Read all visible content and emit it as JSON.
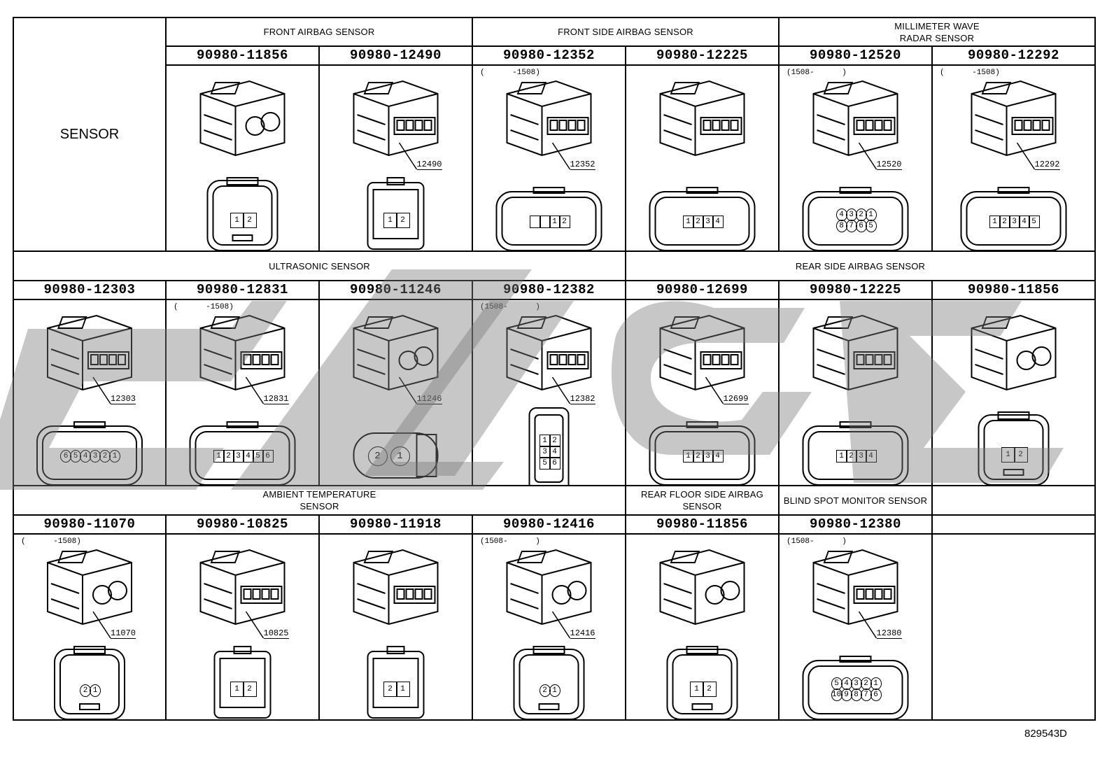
{
  "row_label": "SENSOR",
  "figure_id": "829543D",
  "categories": {
    "front_airbag": "FRONT AIRBAG SENSOR",
    "front_side_airbag": "FRONT SIDE AIRBAG SENSOR",
    "millimeter_wave": "MILLIMETER WAVE\nRADAR SENSOR",
    "ultrasonic": "ULTRASONIC SENSOR",
    "rear_side_airbag": "REAR SIDE AIRBAG SENSOR",
    "ambient_temp": "AMBIENT TEMPERATURE\nSENSOR",
    "rear_floor_side_airbag": "REAR FLOOR SIDE AIRBAG\nSENSOR",
    "blind_spot": "BLIND SPOT MONITOR SENSOR"
  },
  "row1": [
    {
      "part": "90980-11856",
      "callout": "",
      "range": "",
      "pins": [
        "1",
        "2"
      ],
      "style": "round"
    },
    {
      "part": "90980-12490",
      "callout": "12490",
      "range": "",
      "pins": [
        "1",
        "2"
      ],
      "style": "square"
    },
    {
      "part": "90980-12352",
      "callout": "12352",
      "range": "(      -1508)",
      "pins": [
        "",
        "",
        "1",
        "2"
      ],
      "style": "wide"
    },
    {
      "part": "90980-12225",
      "callout": "",
      "range": "",
      "pins": [
        "1",
        "2",
        "3",
        "4"
      ],
      "style": "wide"
    },
    {
      "part": "90980-12520",
      "callout": "12520",
      "range": "(1508-      )",
      "pins": [
        "4",
        "3",
        "2",
        "1",
        "8",
        "7",
        "6",
        "5"
      ],
      "style": "grid"
    },
    {
      "part": "90980-12292",
      "callout": "12292",
      "range": "(      -1508)",
      "pins": [
        "1",
        "2",
        "3",
        "4",
        "5"
      ],
      "style": "oval"
    }
  ],
  "row2": [
    {
      "part": "90980-12303",
      "callout": "12303",
      "range": "",
      "pins": [
        "6",
        "5",
        "4",
        "3",
        "2",
        "1"
      ],
      "style": "circles"
    },
    {
      "part": "90980-12831",
      "callout": "12831",
      "range": "(      -1508)",
      "pins": [
        "1",
        "2",
        "3",
        "4",
        "5",
        "6"
      ],
      "style": "oval"
    },
    {
      "part": "90980-11246",
      "callout": "11246",
      "range": "",
      "pins": [
        "2",
        "1"
      ],
      "style": "twin"
    },
    {
      "part": "90980-12382",
      "callout": "12382",
      "range": "(1508-      )",
      "pins": [
        "1",
        "2",
        "3",
        "4",
        "5",
        "6"
      ],
      "style": "vertical"
    },
    {
      "part": "90980-12699",
      "callout": "12699",
      "range": "",
      "pins": [
        "1",
        "2",
        "3",
        "4"
      ],
      "style": "oval"
    },
    {
      "part": "90980-12225",
      "callout": "",
      "range": "",
      "pins": [
        "1",
        "2",
        "3",
        "4"
      ],
      "style": "wide"
    },
    {
      "part": "90980-11856",
      "callout": "",
      "range": "",
      "pins": [
        "1",
        "2"
      ],
      "style": "round"
    }
  ],
  "row3": [
    {
      "part": "90980-11070",
      "callout": "11070",
      "range": "(      -1508)",
      "pins": [
        "2",
        "1"
      ],
      "style": "circles2"
    },
    {
      "part": "90980-10825",
      "callout": "10825",
      "range": "",
      "pins": [
        "1",
        "2"
      ],
      "style": "small"
    },
    {
      "part": "90980-11918",
      "callout": "",
      "range": "",
      "pins": [
        "2",
        "1"
      ],
      "style": "small"
    },
    {
      "part": "90980-12416",
      "callout": "12416",
      "range": "(1508-      )",
      "pins": [
        "2",
        "1"
      ],
      "style": "circles2"
    },
    {
      "part": "90980-11856",
      "callout": "",
      "range": "",
      "pins": [
        "1",
        "2"
      ],
      "style": "round"
    },
    {
      "part": "90980-12380",
      "callout": "12380",
      "range": "(1508-      )",
      "pins": [
        "5",
        "4",
        "3",
        "2",
        "1",
        "10",
        "9",
        "8",
        "7",
        "6"
      ],
      "style": "grid"
    }
  ]
}
